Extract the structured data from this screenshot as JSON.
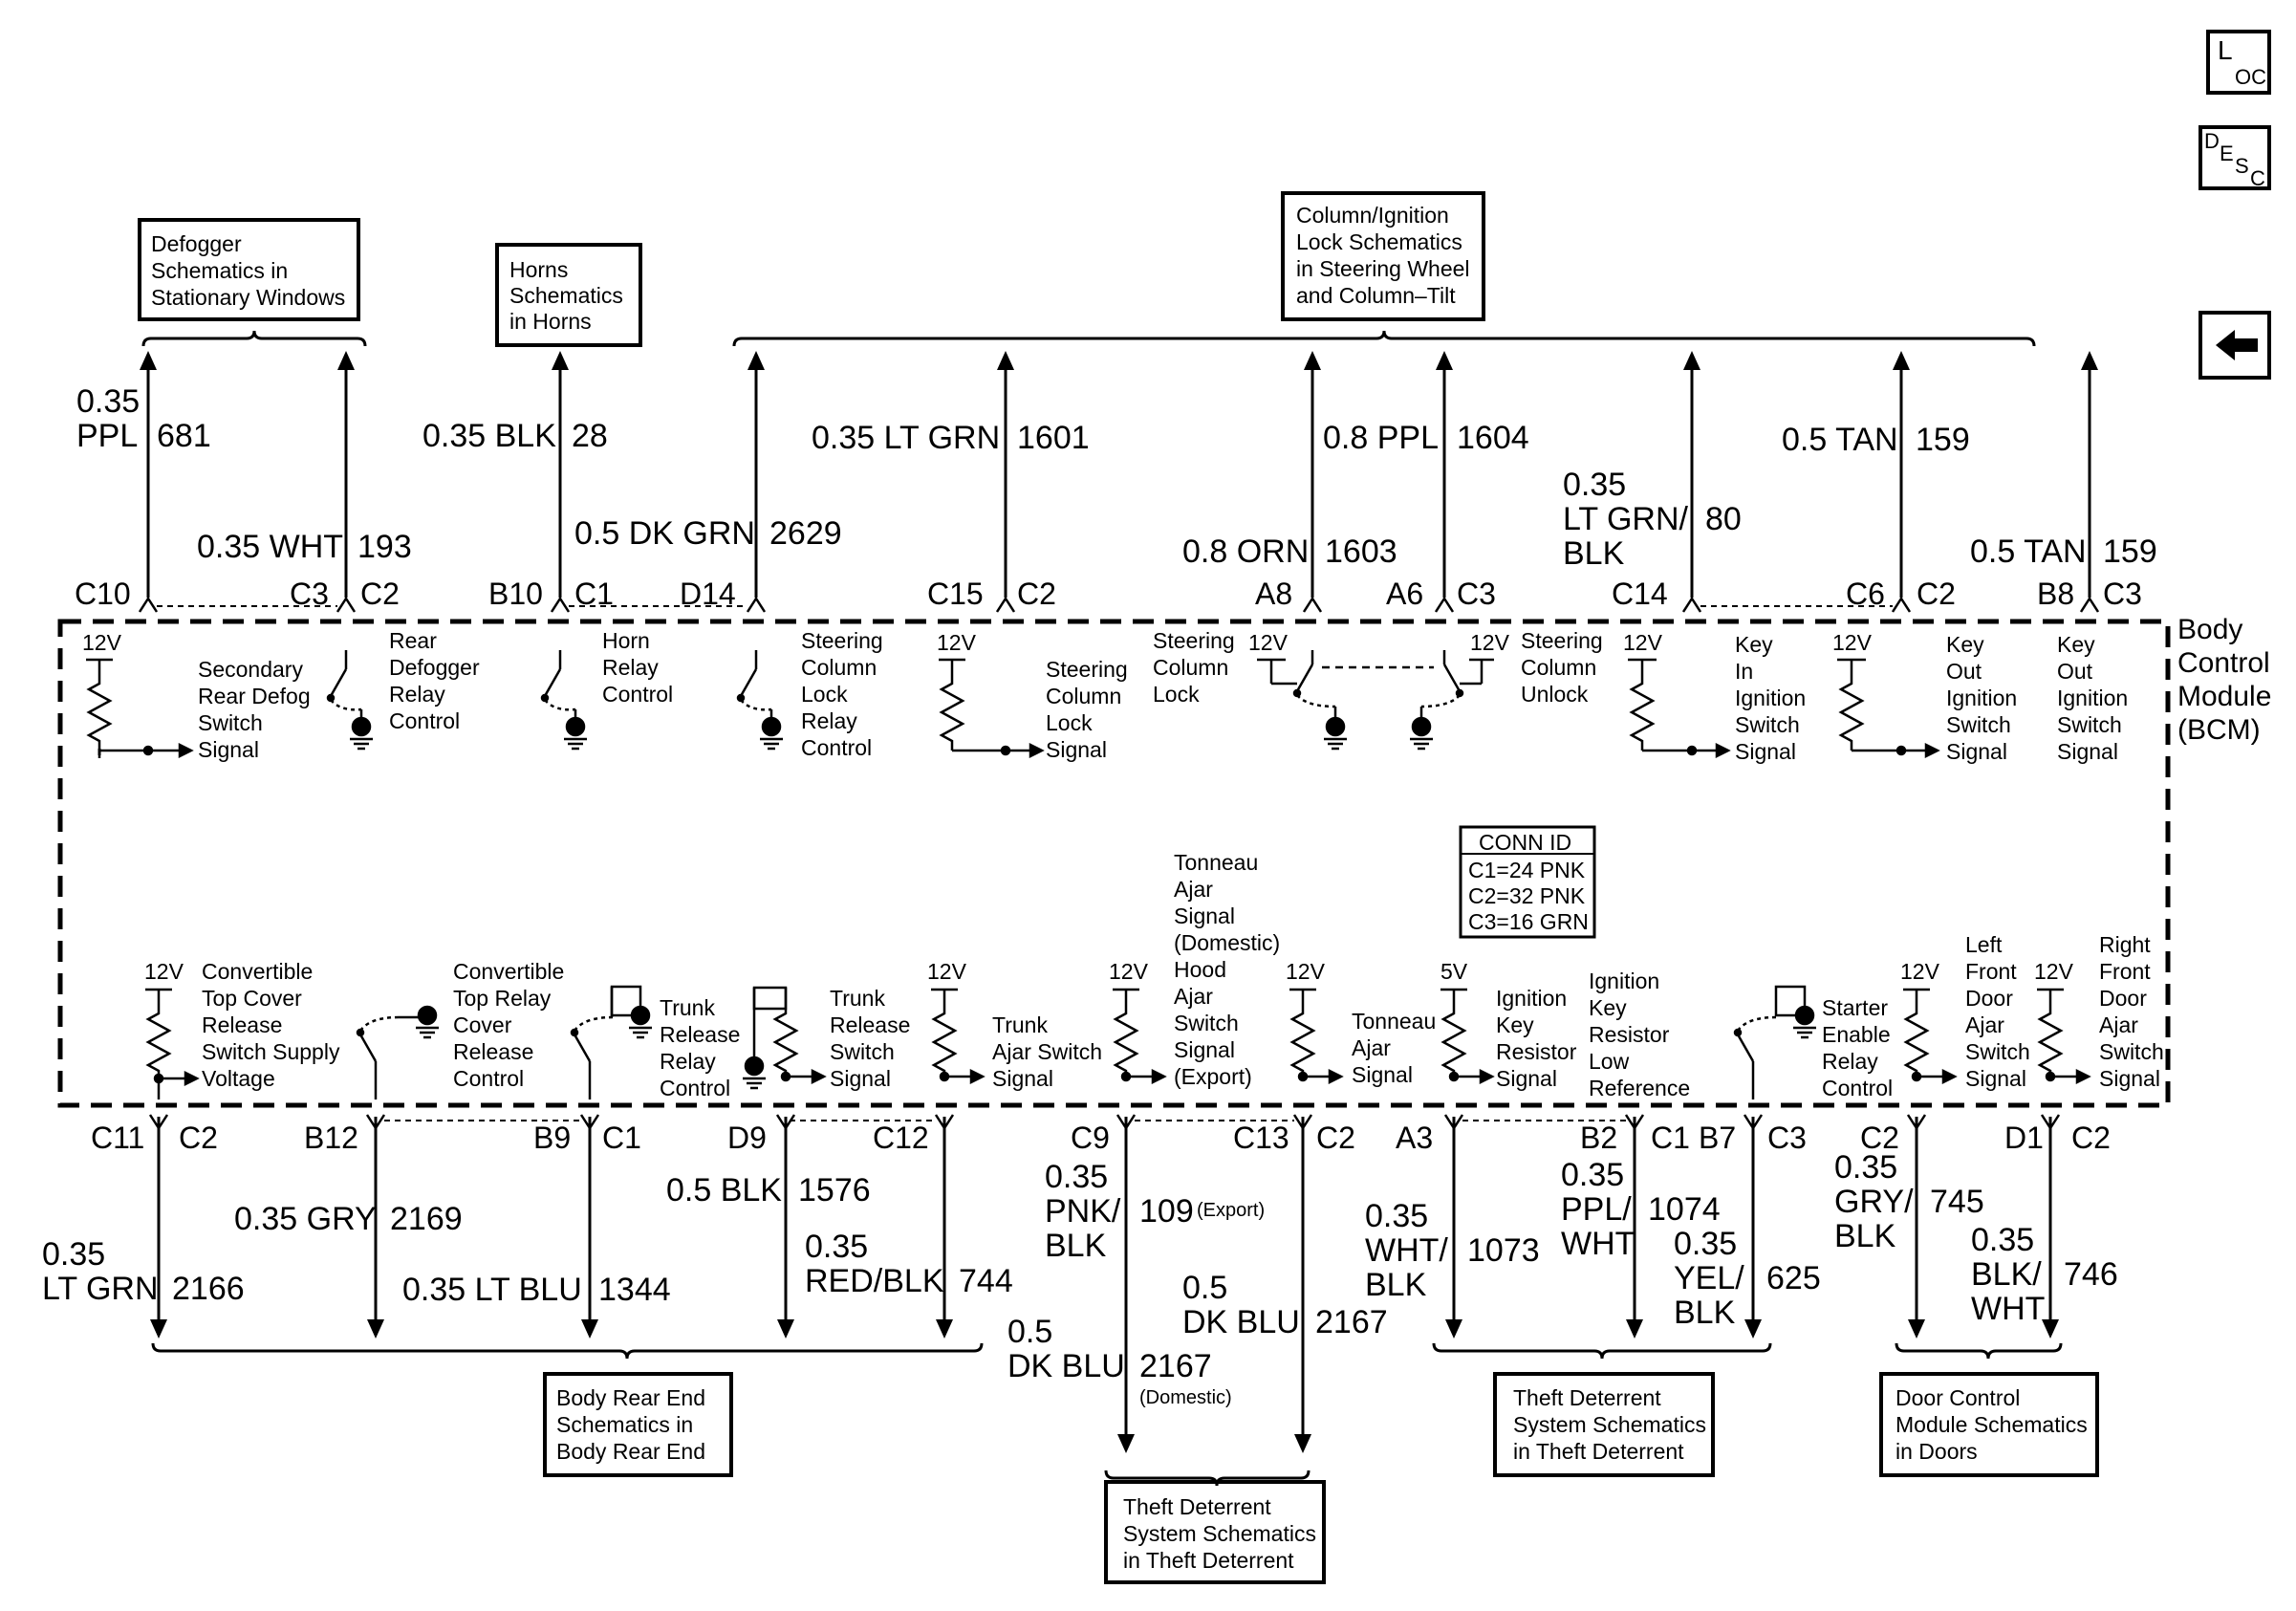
{
  "nav": {
    "loc": {
      "main": "L",
      "sub": "OC"
    },
    "desc": {
      "main": "D",
      "mid": "E",
      "sub1": "S",
      "sub2": "C"
    }
  },
  "module": {
    "lines": [
      "Body",
      "Control",
      "Module",
      "(BCM)"
    ]
  },
  "conn_id": {
    "lines": [
      "CONN ID",
      "C1=24 PNK",
      "C2=32 PNK",
      "C3=16 GRN"
    ]
  },
  "ref_boxes": [
    {
      "id": "defogger",
      "lines": [
        "Defogger",
        "Schematics in",
        "Stationary Windows"
      ]
    },
    {
      "id": "horns",
      "lines": [
        "Horns",
        "Schematics",
        "in Horns"
      ]
    },
    {
      "id": "column",
      "lines": [
        "Column/Ignition",
        "Lock Schematics",
        "in Steering Wheel",
        "and Column–Tilt"
      ]
    },
    {
      "id": "body-rear",
      "lines": [
        "Body Rear End",
        "Schematics in",
        "Body Rear End"
      ]
    },
    {
      "id": "theft1",
      "lines": [
        "Theft Deterrent",
        "System Schematics",
        "in Theft Deterrent"
      ]
    },
    {
      "id": "theft2",
      "lines": [
        "Theft Deterrent",
        "System Schematics",
        "in Theft Deterrent"
      ]
    },
    {
      "id": "door",
      "lines": [
        "Door Control",
        "Module Schematics",
        "in Doors"
      ]
    }
  ],
  "pins": [
    {
      "t": "C10"
    },
    {
      "t": "C3"
    },
    {
      "t": "C2"
    },
    {
      "t": "B10"
    },
    {
      "t": "C1"
    },
    {
      "t": "D14"
    },
    {
      "t": "C15"
    },
    {
      "t": "C2"
    },
    {
      "t": "A8"
    },
    {
      "t": "A6"
    },
    {
      "t": "C3"
    },
    {
      "t": "C14"
    },
    {
      "t": "C6"
    },
    {
      "t": "C2"
    },
    {
      "t": "B8"
    },
    {
      "t": "C3"
    },
    {
      "t": "C11"
    },
    {
      "t": "C2"
    },
    {
      "t": "B12"
    },
    {
      "t": "B9"
    },
    {
      "t": "C1"
    },
    {
      "t": "D9"
    },
    {
      "t": "C12"
    },
    {
      "t": "C9"
    },
    {
      "t": "C13"
    },
    {
      "t": "C2"
    },
    {
      "t": "A3"
    },
    {
      "t": "B2"
    },
    {
      "t": "C1"
    },
    {
      "t": "B7"
    },
    {
      "t": "C3"
    },
    {
      "t": "C2"
    },
    {
      "t": "D1"
    },
    {
      "t": "C2"
    }
  ],
  "wires": [
    {
      "t": "0.35"
    },
    {
      "t": "PPL"
    },
    {
      "t": "681"
    },
    {
      "t": "0.35 WHT"
    },
    {
      "t": "193"
    },
    {
      "t": "0.35 BLK"
    },
    {
      "t": "28"
    },
    {
      "t": "0.5 DK GRN"
    },
    {
      "t": "2629"
    },
    {
      "t": "0.35 LT GRN"
    },
    {
      "t": "1601"
    },
    {
      "t": "0.8 PPL"
    },
    {
      "t": "1604"
    },
    {
      "t": "0.8 ORN"
    },
    {
      "t": "1603"
    },
    {
      "t": "0.35"
    },
    {
      "t": "LT GRN/"
    },
    {
      "t": "BLK"
    },
    {
      "t": "80"
    },
    {
      "t": "0.5 TAN"
    },
    {
      "t": "159"
    },
    {
      "t": "0.5 TAN"
    },
    {
      "t": "159"
    },
    {
      "t": "0.35"
    },
    {
      "t": "LT GRN"
    },
    {
      "t": "2166"
    },
    {
      "t": "0.35 GRY"
    },
    {
      "t": "2169"
    },
    {
      "t": "0.35 LT BLU"
    },
    {
      "t": "1344"
    },
    {
      "t": "0.5 BLK"
    },
    {
      "t": "1576"
    },
    {
      "t": "0.35"
    },
    {
      "t": "RED/BLK"
    },
    {
      "t": "744"
    },
    {
      "t": "0.35"
    },
    {
      "t": "PNK/"
    },
    {
      "t": "BLK"
    },
    {
      "t": "109"
    },
    {
      "t": "(Export)"
    },
    {
      "t": "0.5"
    },
    {
      "t": "DK BLU"
    },
    {
      "t": "2167"
    },
    {
      "t": "(Domestic)"
    },
    {
      "t": "0.5"
    },
    {
      "t": "DK BLU"
    },
    {
      "t": "2167"
    },
    {
      "t": "0.35"
    },
    {
      "t": "WHT/"
    },
    {
      "t": "BLK"
    },
    {
      "t": "1073"
    },
    {
      "t": "0.35"
    },
    {
      "t": "PPL/"
    },
    {
      "t": "WHT"
    },
    {
      "t": "1074"
    },
    {
      "t": "0.35"
    },
    {
      "t": "YEL/"
    },
    {
      "t": "BLK"
    },
    {
      "t": "625"
    },
    {
      "t": "0.35"
    },
    {
      "t": "GRY/"
    },
    {
      "t": "BLK"
    },
    {
      "t": "745"
    },
    {
      "t": "0.35"
    },
    {
      "t": "BLK/"
    },
    {
      "t": "WHT"
    },
    {
      "t": "746"
    }
  ],
  "volts": [
    {
      "t": "12V"
    },
    {
      "t": "12V"
    },
    {
      "t": "12V"
    },
    {
      "t": "12V"
    },
    {
      "t": "12V"
    },
    {
      "t": "12V"
    },
    {
      "t": "12V"
    },
    {
      "t": "12V"
    },
    {
      "t": "12V"
    },
    {
      "t": "12V"
    },
    {
      "t": "5V"
    },
    {
      "t": "12V"
    },
    {
      "t": "12V"
    }
  ],
  "signals": [
    {
      "lines": [
        "Secondary",
        "Rear Defog",
        "Switch",
        "Signal"
      ]
    },
    {
      "lines": [
        "Rear",
        "Defogger",
        "Relay",
        "Control"
      ]
    },
    {
      "lines": [
        "Horn",
        "Relay",
        "Control"
      ]
    },
    {
      "lines": [
        "Steering",
        "Column",
        "Lock",
        "Relay",
        "Control"
      ]
    },
    {
      "lines": [
        "Steering",
        "Column",
        "Lock",
        "Signal"
      ]
    },
    {
      "lines": [
        "Steering",
        "Column",
        "Lock"
      ]
    },
    {
      "lines": [
        "Steering",
        "Column",
        "Unlock"
      ]
    },
    {
      "lines": [
        "Key",
        "In",
        "Ignition",
        "Switch",
        "Signal"
      ]
    },
    {
      "lines": [
        "Key",
        "Out",
        "Ignition",
        "Switch",
        "Signal"
      ]
    },
    {
      "lines": [
        "Key",
        "Out",
        "Ignition",
        "Switch",
        "Signal"
      ]
    },
    {
      "lines": [
        "Convertible",
        "Top Cover",
        "Release",
        "Switch Supply",
        "Voltage"
      ]
    },
    {
      "lines": [
        "Convertible",
        "Top Relay",
        "Cover",
        "Release",
        "Control"
      ]
    },
    {
      "lines": [
        "Trunk",
        "Release",
        "Relay",
        "Control"
      ]
    },
    {
      "lines": [
        "Trunk",
        "Release",
        "Switch",
        "Signal"
      ]
    },
    {
      "lines": [
        "Trunk",
        "Ajar Switch",
        "Signal"
      ]
    },
    {
      "lines": [
        "Tonneau",
        "Ajar",
        "Signal",
        "(Domestic)",
        "Hood",
        "Ajar",
        "Switch",
        "Signal",
        "(Export)"
      ]
    },
    {
      "lines": [
        "Tonneau",
        "Ajar",
        "Signal"
      ]
    },
    {
      "lines": [
        "Ignition",
        "Key",
        "Resistor",
        "Signal"
      ]
    },
    {
      "lines": [
        "Ignition",
        "Key",
        "Resistor",
        "Low",
        "Reference"
      ]
    },
    {
      "lines": [
        "Starter",
        "Enable",
        "Relay",
        "Control"
      ]
    },
    {
      "lines": [
        "Left",
        "Front",
        "Door",
        "Ajar",
        "Switch",
        "Signal"
      ]
    },
    {
      "lines": [
        "Right",
        "Front",
        "Door",
        "Ajar",
        "Switch",
        "Signal"
      ]
    }
  ]
}
